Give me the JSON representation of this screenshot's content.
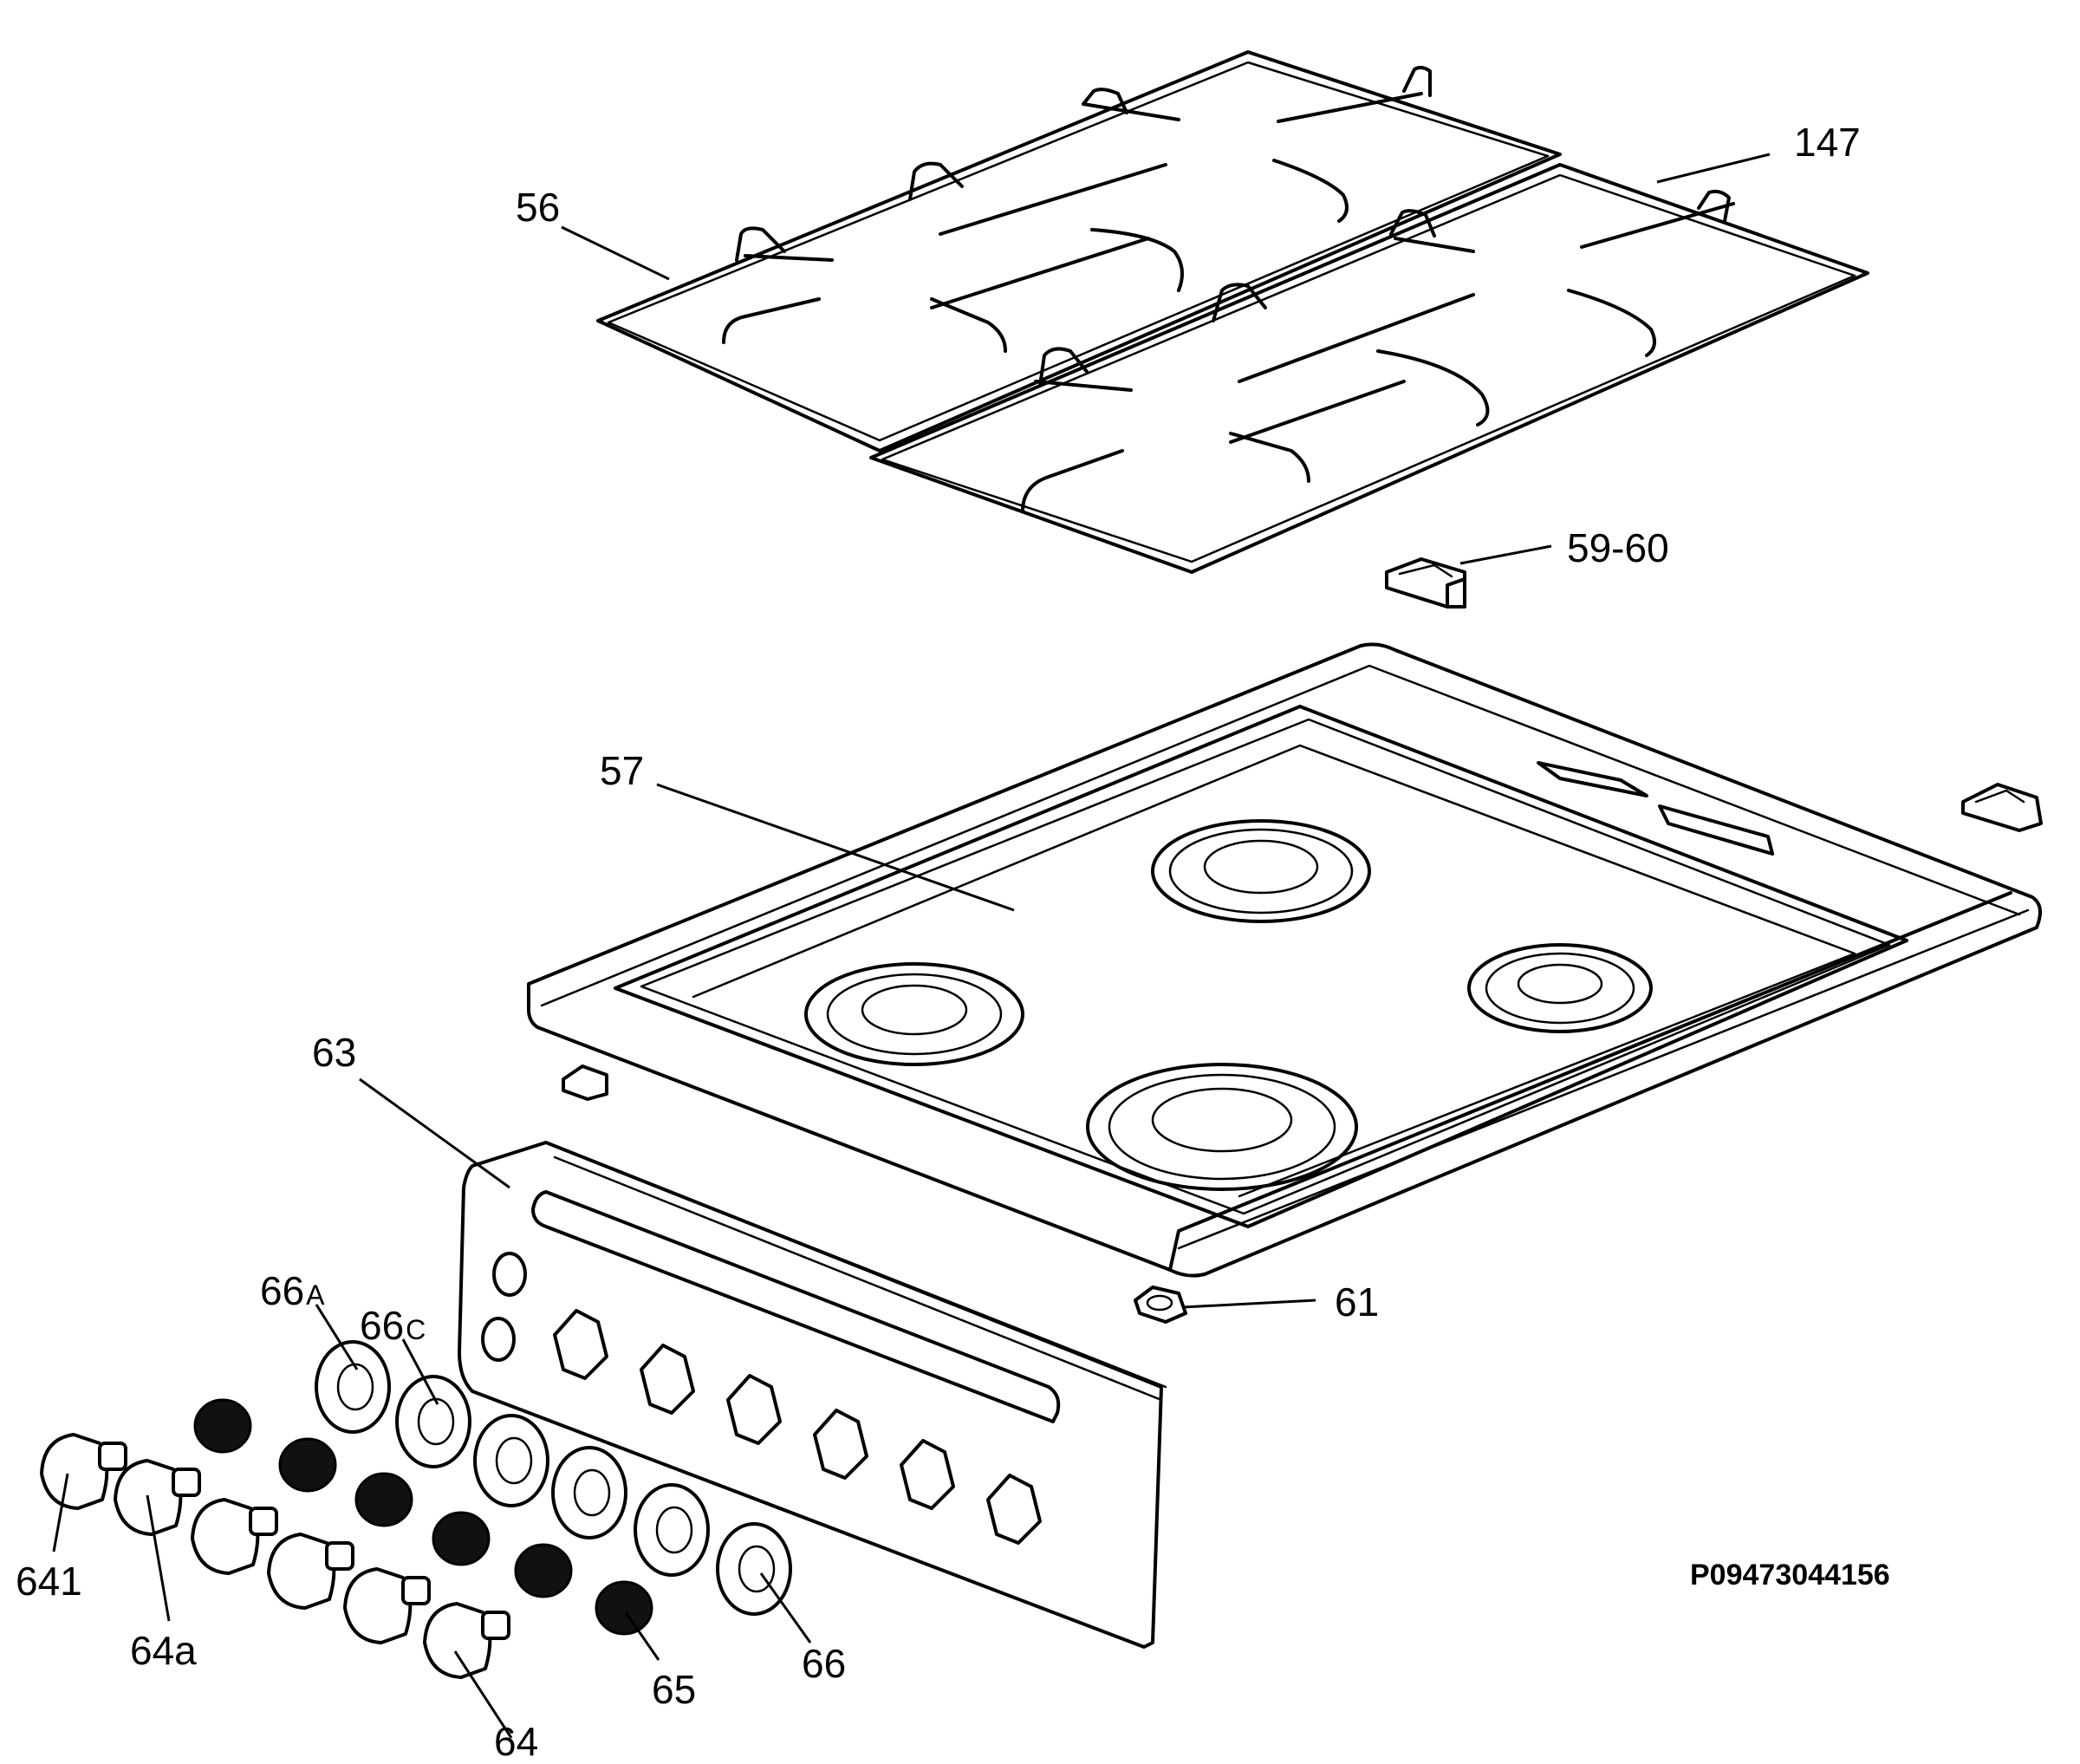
{
  "parts": [
    {
      "id": "p56",
      "num": "56",
      "sub": ""
    },
    {
      "id": "p147",
      "num": "147",
      "sub": ""
    },
    {
      "id": "p5960",
      "num": "59-60",
      "sub": ""
    },
    {
      "id": "p57",
      "num": "57",
      "sub": ""
    },
    {
      "id": "p63",
      "num": "63",
      "sub": ""
    },
    {
      "id": "p61",
      "num": "61",
      "sub": ""
    },
    {
      "id": "p66A",
      "num": "66",
      "sub": "A"
    },
    {
      "id": "p66C",
      "num": "66",
      "sub": "C"
    },
    {
      "id": "p641",
      "num": "641",
      "sub": ""
    },
    {
      "id": "p64a",
      "num": "64a",
      "sub": ""
    },
    {
      "id": "p64",
      "num": "64",
      "sub": ""
    },
    {
      "id": "p65",
      "num": "65",
      "sub": ""
    },
    {
      "id": "p66",
      "num": "66",
      "sub": ""
    }
  ],
  "drawing_code": "P09473044156"
}
